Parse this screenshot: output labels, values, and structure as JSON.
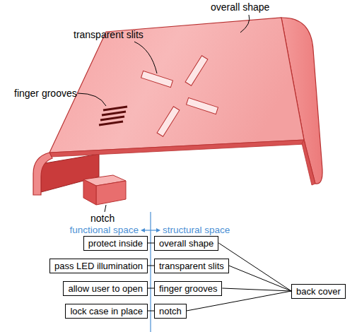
{
  "diagram": {
    "nodes": [
      {
        "text": [
          "protect inside"
        ]
      },
      {
        "text": [
          "overall shape"
        ]
      },
      {
        "text": [
          "pass LED illumination"
        ]
      },
      {
        "text": [
          "transparent slits"
        ]
      },
      {
        "text": [
          "allow user to open"
        ]
      },
      {
        "text": [
          "finger grooves"
        ]
      },
      {
        "text": [
          "lock case in place"
        ]
      },
      {
        "text": [
          "notch"
        ]
      },
      {
        "text": [
          "back cover"
        ]
      }
    ],
    "edges": [
      {
        "from": 0,
        "to": 1,
        "arrow": "none"
      },
      {
        "from": 2,
        "to": 3,
        "arrow": "none"
      },
      {
        "from": 4,
        "to": 5,
        "arrow": "none"
      },
      {
        "from": 6,
        "to": 7,
        "arrow": "none"
      },
      {
        "from": 1,
        "to": 8,
        "arrow": "none"
      },
      {
        "from": 3,
        "to": 8,
        "arrow": "none"
      },
      {
        "from": 5,
        "to": 8,
        "arrow": "none"
      },
      {
        "from": 7,
        "to": 8,
        "arrow": "none"
      }
    ],
    "labels": [
      "overall shape",
      "transparent slits",
      "finger grooves",
      "notch",
      "functional space",
      "structural space"
    ]
  }
}
